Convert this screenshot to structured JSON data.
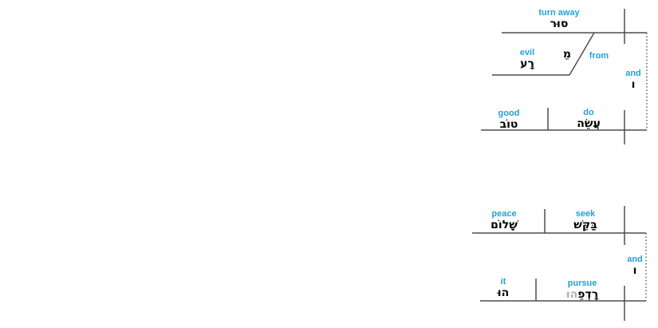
{
  "colors": {
    "accent": "#21a1d8",
    "line": "#4d4d4d",
    "hebrew_text": "#000000",
    "suffix_gray": "#b0b0b0",
    "background": "#ffffff"
  },
  "diagram_top": {
    "clause1": {
      "verb_gloss": "turn away",
      "verb_hebrew": "סוּר",
      "prep_gloss": "from",
      "prep_hebrew": "מֵ",
      "prep_object_gloss": "evil",
      "prep_object_hebrew": "רָע"
    },
    "conjunction_gloss": "and",
    "conjunction_hebrew": "ו",
    "clause2": {
      "verb_gloss": "do",
      "verb_hebrew": "עֲשֵׂה",
      "object_gloss": "good",
      "object_hebrew": "טוֹב"
    }
  },
  "diagram_bottom": {
    "clause1": {
      "verb_gloss": "seek",
      "verb_hebrew": "בַּקֵּשׁ",
      "object_gloss": "peace",
      "object_hebrew": "שָׁלוֹם"
    },
    "conjunction_gloss": "and",
    "conjunction_hebrew": "ו",
    "clause2": {
      "verb_gloss": "pursue",
      "verb_hebrew_stem": "רָדְפֵ",
      "verb_hebrew_suffix": "הוּ",
      "object_gloss": "it",
      "object_hebrew": "הוּ"
    }
  }
}
